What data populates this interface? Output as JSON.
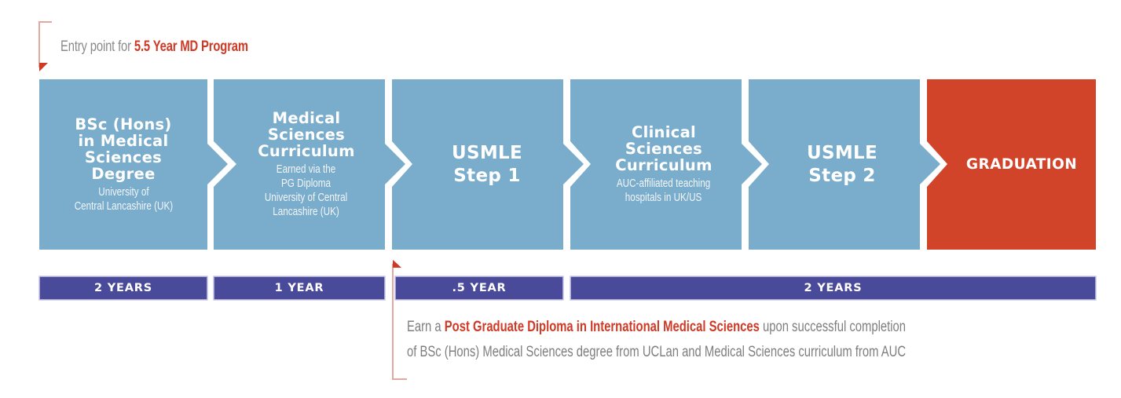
{
  "entry_note": {
    "prefix": "Entry point for ",
    "highlight": "5.5 Year MD Program"
  },
  "stages": [
    {
      "title": "BSc (Hons) in Medical Sciences Degree",
      "title_lines": [
        "BSc (Hons)",
        "in Medical",
        "Sciences",
        "Degree"
      ],
      "subtitle_lines": [
        "University of",
        "Central Lancashire (UK)"
      ]
    },
    {
      "title": "Medical Sciences Curriculum",
      "title_lines": [
        "Medical",
        "Sciences",
        "Curriculum"
      ],
      "subtitle_lines": [
        "Earned via the",
        "PG Diploma",
        "University of Central",
        "Lancashire (UK)"
      ]
    },
    {
      "title": "USMLE Step 1",
      "title_lines": [
        "USMLE",
        "Step 1"
      ],
      "subtitle_lines": []
    },
    {
      "title": "Clinical Sciences Curriculum",
      "title_lines": [
        "Clinical",
        "Sciences",
        "Curriculum"
      ],
      "subtitle_lines": [
        "AUC-affiliated teaching",
        "hospitals in UK/US"
      ]
    },
    {
      "title": "USMLE Step 2",
      "title_lines": [
        "USMLE",
        "Step 2"
      ],
      "subtitle_lines": []
    },
    {
      "title": "GRADUATION",
      "title_lines": [
        "GRADUATION"
      ],
      "subtitle_lines": []
    }
  ],
  "durations": [
    {
      "label": "2 YEARS",
      "spans_stages": [
        1
      ]
    },
    {
      "label": "1 YEAR",
      "spans_stages": [
        2
      ]
    },
    {
      "label": ".5 YEAR",
      "spans_stages": [
        3
      ]
    },
    {
      "label": "2 YEARS",
      "spans_stages": [
        4,
        5,
        6
      ]
    }
  ],
  "diploma_note": {
    "line1_prefix": "Earn a ",
    "line1_highlight": "Post Graduate Diploma in International Medical Sciences",
    "line1_suffix": " upon successful completion",
    "line2": "of BSc (Hons) Medical Sciences degree from UCLan and Medical Sciences curriculum from AUC"
  },
  "colors": {
    "stage_blue": "#7aaccb",
    "graduation_red": "#d2442a",
    "duration_bar": "#4a4a9a",
    "accent_red": "#cf3a26",
    "note_gray": "#8a8a8a",
    "bracket_line": "#e2a9a0"
  }
}
